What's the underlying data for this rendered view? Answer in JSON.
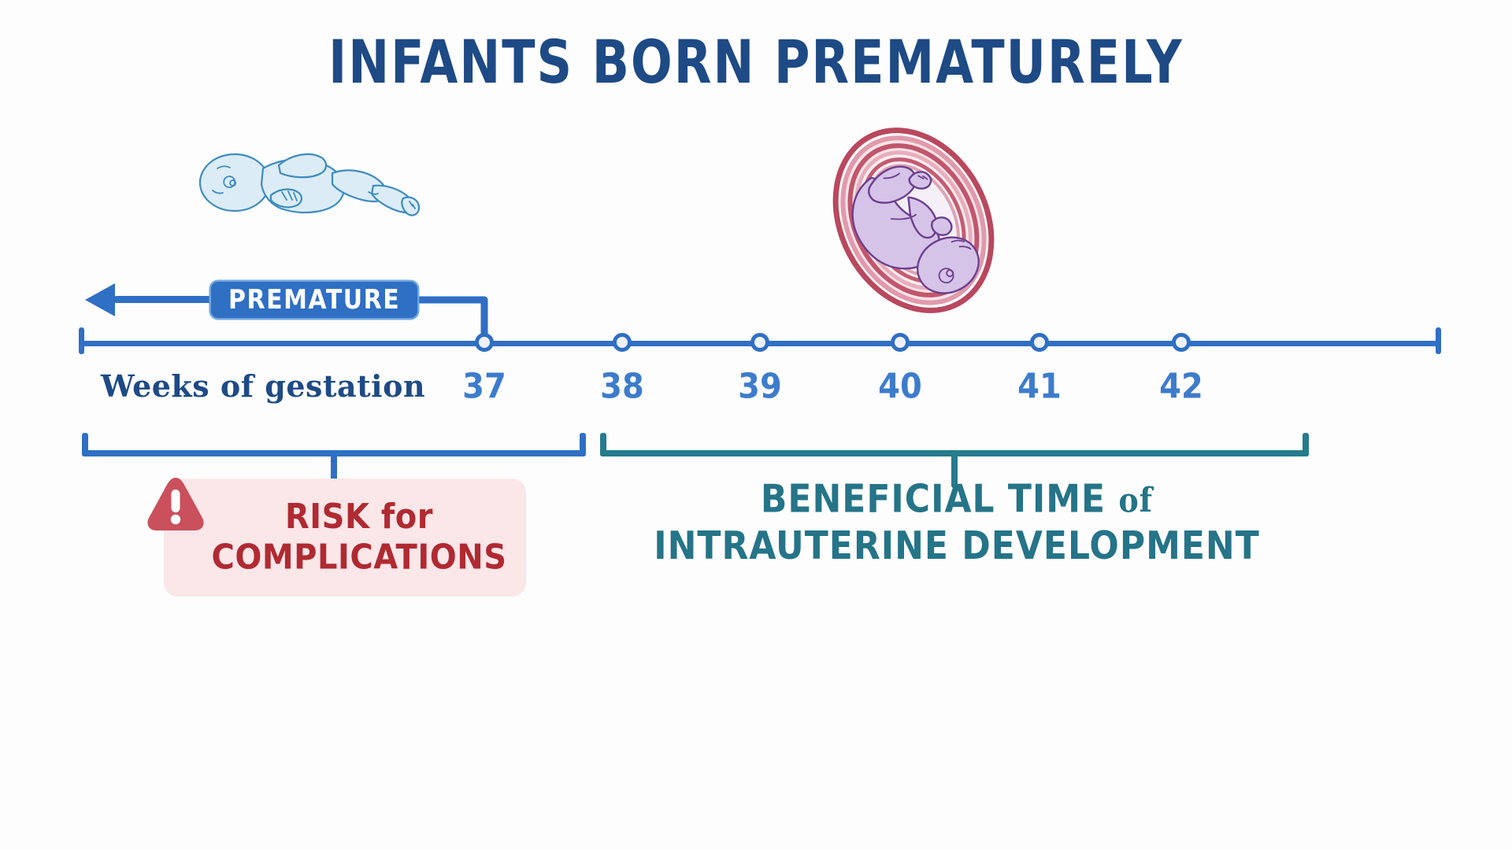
{
  "title": "INFANTS BORN PREMATURELY",
  "illustrations": {
    "premature_baby": "premature-newborn-infant",
    "fetus_in_womb": "fetus-inside-uterus"
  },
  "premature_marker": {
    "label": "PREMATURE",
    "arrow_direction": "left",
    "badge_color": "#2f6fc4",
    "badge_text_color": "#ffffff"
  },
  "axis": {
    "caption": "Weeks of gestation",
    "ticks": [
      "37",
      "38",
      "39",
      "40",
      "41",
      "42"
    ],
    "line_color": "#2f6fc4",
    "tick_label_color": "#3d7ccc"
  },
  "brackets": {
    "premature": {
      "color": "#2f6fc4",
      "range": "before 37 weeks"
    },
    "term": {
      "color": "#267b8c",
      "range": "37 to 42 weeks"
    }
  },
  "risk_callout": {
    "line1": "RISK for",
    "line2": "COMPLICATIONS",
    "icon": "warning-triangle-icon",
    "text_color": "#b02a32",
    "background_color": "#fbe6e8"
  },
  "beneficial_callout": {
    "line1_pre": "BENEFICIAL TIME ",
    "line1_of": "of",
    "line2": "INTRAUTERINE DEVELOPMENT",
    "text_color": "#257488"
  },
  "chart_data": {
    "type": "timeline",
    "title": "INFANTS BORN PREMATURELY",
    "xlabel": "Weeks of gestation",
    "x": [
      37,
      38,
      39,
      40,
      41,
      42
    ],
    "tick_labels": [
      "37",
      "38",
      "39",
      "40",
      "41",
      "42"
    ],
    "xlim": [
      35.2,
      43.4
    ],
    "grid": false,
    "annotations": [
      {
        "name": "PREMATURE",
        "type": "range-arrow",
        "direction": "left",
        "from": 37,
        "to": "less than 37",
        "color": "#2f6fc4"
      },
      {
        "name": "RISK for COMPLICATIONS",
        "type": "bracket",
        "from": "less than 37",
        "to": 37,
        "color": "#2f6fc4",
        "label_color": "#b02a32"
      },
      {
        "name": "BENEFICIAL TIME of INTRAUTERINE DEVELOPMENT",
        "type": "bracket",
        "from": 37,
        "to": 42,
        "color": "#267b8c",
        "label_color": "#257488"
      }
    ],
    "legend": []
  }
}
